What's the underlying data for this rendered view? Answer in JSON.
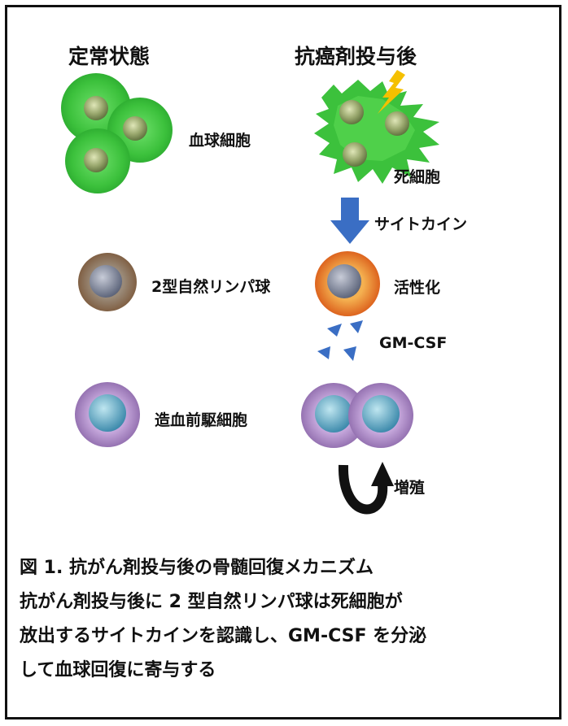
{
  "headers": {
    "steady_state": "定常状態",
    "post_chemo": "抗癌剤投与後"
  },
  "labels": {
    "blood_cells": "血球細胞",
    "dead_cells": "死細胞",
    "cytokine": "サイトカイン",
    "ilc2": "2型自然リンパ球",
    "activation": "活性化",
    "gmcsf": "GM-CSF",
    "progenitor": "造血前駆細胞",
    "proliferation": "増殖"
  },
  "caption": {
    "title": "図 1. 抗がん剤投与後の骨髄回復メカニズム",
    "line1": "抗がん剤投与後に 2 型自然リンパ球は死細胞が",
    "line2": "放出するサイトカインを認識し、GM-CSF を分泌",
    "line3": "して血球回復に寄与する"
  },
  "colors": {
    "blood_cell": "#3cc13c",
    "ilc2_ring": "#8b6a4e",
    "activated_ring": "#e8721c",
    "progenitor_ring": "#9a7ab8",
    "progenitor_core": "#4aa8c8",
    "arrow_blue": "#3a6ec4",
    "lightning": "#f5c000"
  }
}
